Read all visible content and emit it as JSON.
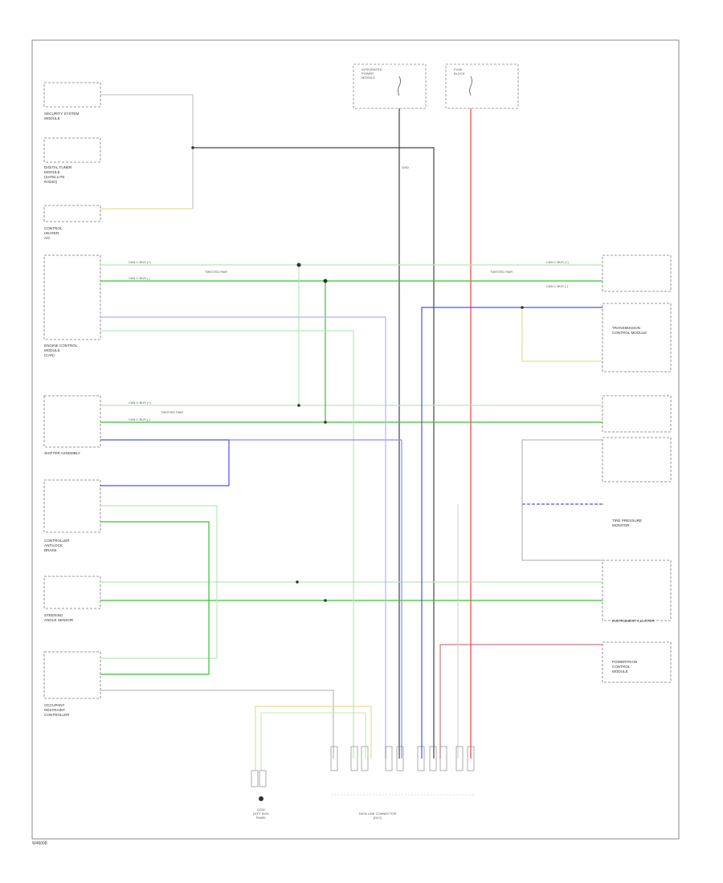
{
  "footer_code": "W46098",
  "colors": {
    "can_green": "#33c433",
    "can_green_pale": "#b9e7b9",
    "power_red": "#ff3b3b",
    "ground_black": "#333333",
    "bus_blue": "#4d4dff",
    "signal_yellow": "#e0d57a",
    "signal_grey": "#9a9a9a"
  },
  "modules": [
    {
      "id": "security-module",
      "lines": [
        "SECURITY SYSTEM",
        "MODULE"
      ]
    },
    {
      "id": "digital-tuner",
      "lines": [
        "DIGITAL TUNER",
        "MODULE",
        "(SATELLITE",
        "RADIO)"
      ]
    },
    {
      "id": "hvac",
      "lines": [
        "CONTROL",
        "HEATER",
        "A/C"
      ]
    },
    {
      "id": "ecm",
      "lines": [
        "ENGINE CONTROL",
        "MODULE",
        "(CAN)"
      ]
    },
    {
      "id": "shifter",
      "lines": [
        "SHIFTER ASSEMBLY"
      ]
    },
    {
      "id": "steering-column",
      "lines": [
        "CONTROLLER",
        "ANTILOCK",
        "BRAKE"
      ]
    },
    {
      "id": "steering-sensor",
      "lines": [
        "STEERING",
        "ANGLE SENSOR"
      ]
    },
    {
      "id": "occupant",
      "lines": [
        "OCCUPANT",
        "RESTRAINT",
        "CONTROLLER"
      ]
    },
    {
      "id": "tcm",
      "lines": [
        "TRANSMISSION",
        "CONTROL MODULE"
      ]
    },
    {
      "id": "tpms",
      "lines": [
        "TIRE PRESSURE",
        "MONITOR"
      ]
    },
    {
      "id": "ipc",
      "lines": [
        "INSTRUMENT CLUSTER"
      ]
    },
    {
      "id": "pcm",
      "lines": [
        "POWERTRAIN",
        "CONTROL",
        "MODULE"
      ]
    }
  ],
  "fuses": [
    {
      "id": "fuse-left",
      "lines": [
        "INTEGRATED",
        "POWER",
        "MODULE"
      ]
    },
    {
      "id": "fuse-right",
      "lines": [
        "FUSE",
        "BLOCK"
      ]
    }
  ],
  "connectors": [
    {
      "id": "dlc",
      "lines": [
        "DATA LINK CONNECTOR",
        "(DLC)"
      ]
    },
    {
      "id": "ground-point",
      "lines": [
        "G200",
        "LEFT KICK",
        "PANEL"
      ]
    }
  ],
  "wire_labels": {
    "can_high": "CAN C BUS (+)",
    "can_low": "CAN C BUS (-)",
    "twisted": "TWISTED PAIR",
    "ground": "GND"
  }
}
